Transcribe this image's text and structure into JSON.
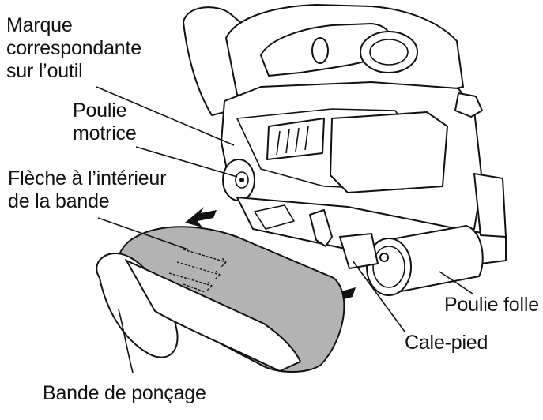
{
  "labels": {
    "marque_line1": "Marque",
    "marque_line2": "correspondante",
    "marque_line3": "sur l’outil",
    "poulie_motrice_line1": "Poulie",
    "poulie_motrice_line2": "motrice",
    "fleche_line1": "Flèche à l’intérieur",
    "fleche_line2": "de la bande",
    "poulie_folle": "Poulie folle",
    "cale_pied": "Cale-pied",
    "bande_poncage": "Bande de ponçage"
  }
}
